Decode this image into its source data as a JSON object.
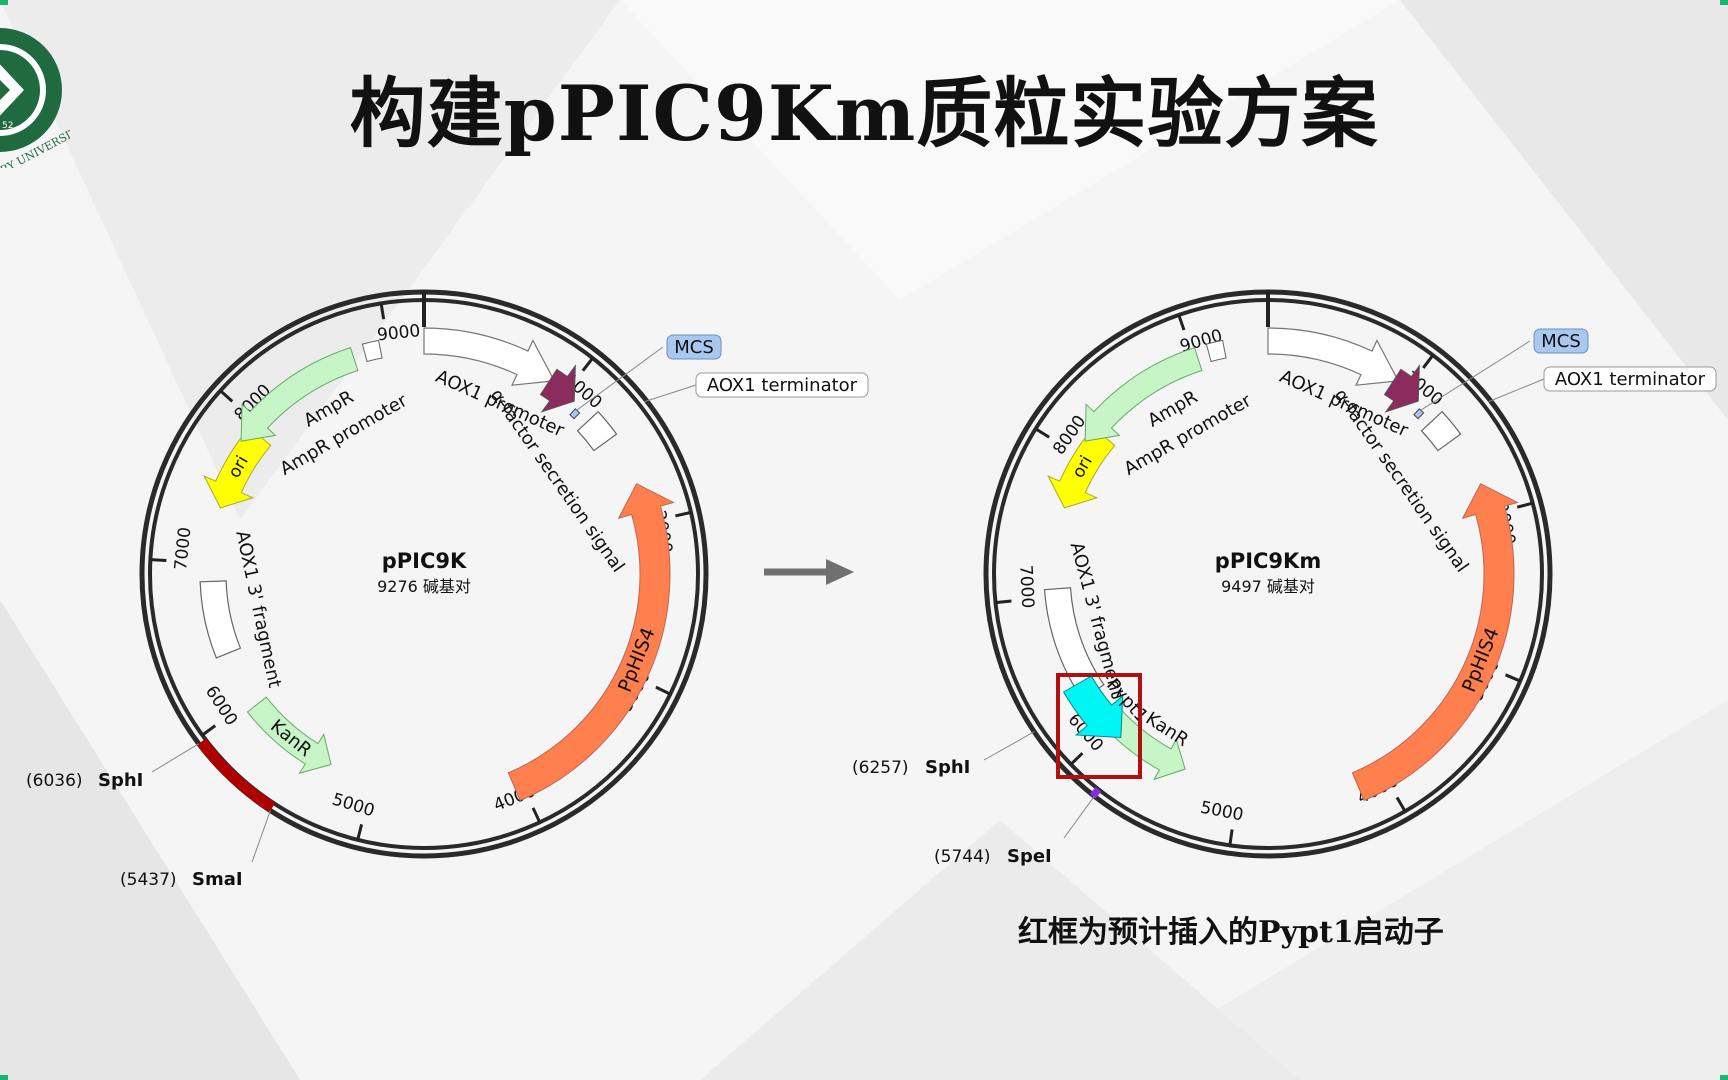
{
  "slide": {
    "title": "构建pPIC9Km质粒实验方案",
    "caption": "红框为预计插入的Pypt1启动子",
    "logo_text": "RY UNIVERSITY",
    "logo_number": "52"
  },
  "plasmids": [
    {
      "name": "pPIC9K",
      "size": "9276 碱基对",
      "ticks": [
        "1000",
        "2000",
        "3000",
        "4000",
        "5000",
        "6000",
        "7000",
        "8000",
        "9000"
      ],
      "features": [
        {
          "label": "AOX1 promoter"
        },
        {
          "label": "α-factor secretion signal"
        },
        {
          "label": "PpHIS4"
        },
        {
          "label": "KanR"
        },
        {
          "label": "AOX1 3' fragment"
        },
        {
          "label": "ori"
        },
        {
          "label": "AmpR"
        },
        {
          "label": "AmpR promoter"
        }
      ],
      "callouts": [
        {
          "label": "MCS",
          "style": "blue"
        },
        {
          "label": "AOX1 terminator",
          "style": "plain"
        }
      ],
      "sites": [
        {
          "pos": "(6036)",
          "name": "SphI"
        },
        {
          "pos": "(5437)",
          "name": "SmaI"
        }
      ]
    },
    {
      "name": "pPIC9Km",
      "size": "9497 碱基对",
      "ticks": [
        "1000",
        "2000",
        "3000",
        "4000",
        "5000",
        "6000",
        "7000",
        "8000",
        "9000"
      ],
      "features": [
        {
          "label": "AOX1 promoter"
        },
        {
          "label": "α-factor secretion signal"
        },
        {
          "label": "PpHIS4"
        },
        {
          "label": "KanR"
        },
        {
          "label": "Pypt1"
        },
        {
          "label": "AOX1 3' fragment"
        },
        {
          "label": "ori"
        },
        {
          "label": "AmpR"
        },
        {
          "label": "AmpR promoter"
        }
      ],
      "callouts": [
        {
          "label": "MCS",
          "style": "blue"
        },
        {
          "label": "AOX1 terminator",
          "style": "plain"
        }
      ],
      "sites": [
        {
          "pos": "(6257)",
          "name": "SphI"
        },
        {
          "pos": "(5744)",
          "name": "SpeI"
        }
      ]
    }
  ],
  "colors": {
    "promoter_arrow": "#ffffff",
    "alpha_factor": "#8b2b5e",
    "phis4": "#ff7f4f",
    "kanr": "#c8f5c8",
    "ampr": "#c8f5c8",
    "ori": "#ffff00",
    "pypt1": "#00f5f5",
    "highlight_box": "#b01010",
    "smai_band": "#b00000",
    "mcs_fill": "#a9c8f0",
    "arrow": "#707070",
    "logo": "#1f6b3f"
  }
}
